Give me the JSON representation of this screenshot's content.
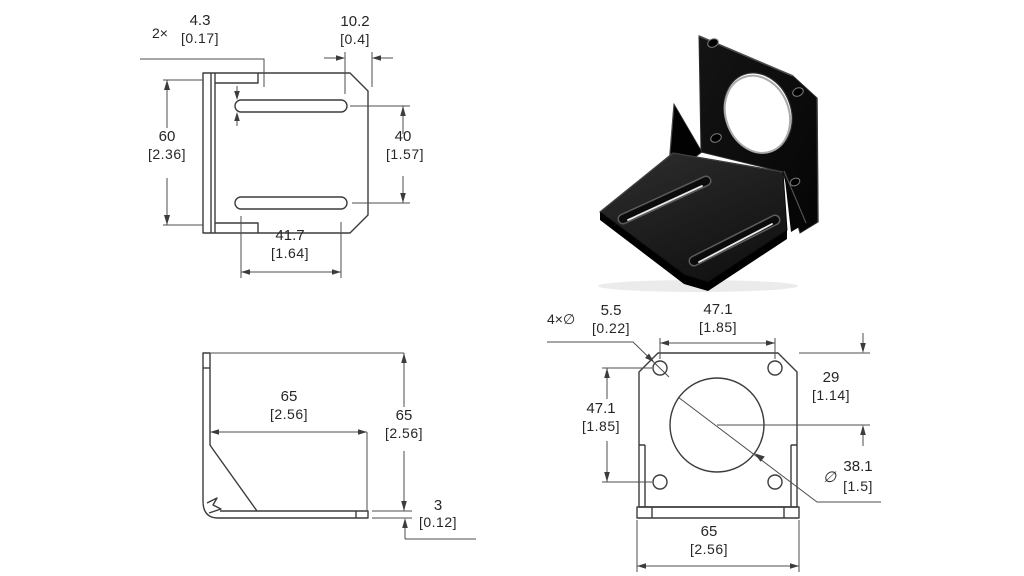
{
  "drawing": {
    "title": "stepper-motor-mounting-bracket-drawing",
    "colors": {
      "background": "#ffffff",
      "line": "#3c3c3c",
      "text": "#262626",
      "part": "#0b0b0b"
    },
    "top_view": {
      "slot_width": {
        "qty": "2×",
        "mm": "4.3",
        "inch": "[0.17]"
      },
      "edge_offset": {
        "mm": "10.2",
        "inch": "[0.4]"
      },
      "depth": {
        "mm": "60",
        "inch": "[2.36]"
      },
      "slot_spacing": {
        "mm": "40",
        "inch": "[1.57]"
      },
      "slot_length": {
        "mm": "41.7",
        "inch": "[1.64]"
      }
    },
    "side_view": {
      "inner_width": {
        "mm": "65",
        "inch": "[2.56]"
      },
      "height": {
        "mm": "65",
        "inch": "[2.56]"
      },
      "thickness": {
        "mm": "3",
        "inch": "[0.12]"
      }
    },
    "front_view": {
      "corner_holes": {
        "qty": "4×∅",
        "mm": "5.5",
        "inch": "[0.22]"
      },
      "hole_spacing_h": {
        "mm": "47.1",
        "inch": "[1.85]"
      },
      "center_height": {
        "mm": "29",
        "inch": "[1.14]"
      },
      "hole_spacing_v": {
        "mm": "47.1",
        "inch": "[1.85]"
      },
      "bore": {
        "sym": "∅",
        "mm": "38.1",
        "inch": "[1.5]"
      },
      "width": {
        "mm": "65",
        "inch": "[2.56]"
      }
    }
  }
}
